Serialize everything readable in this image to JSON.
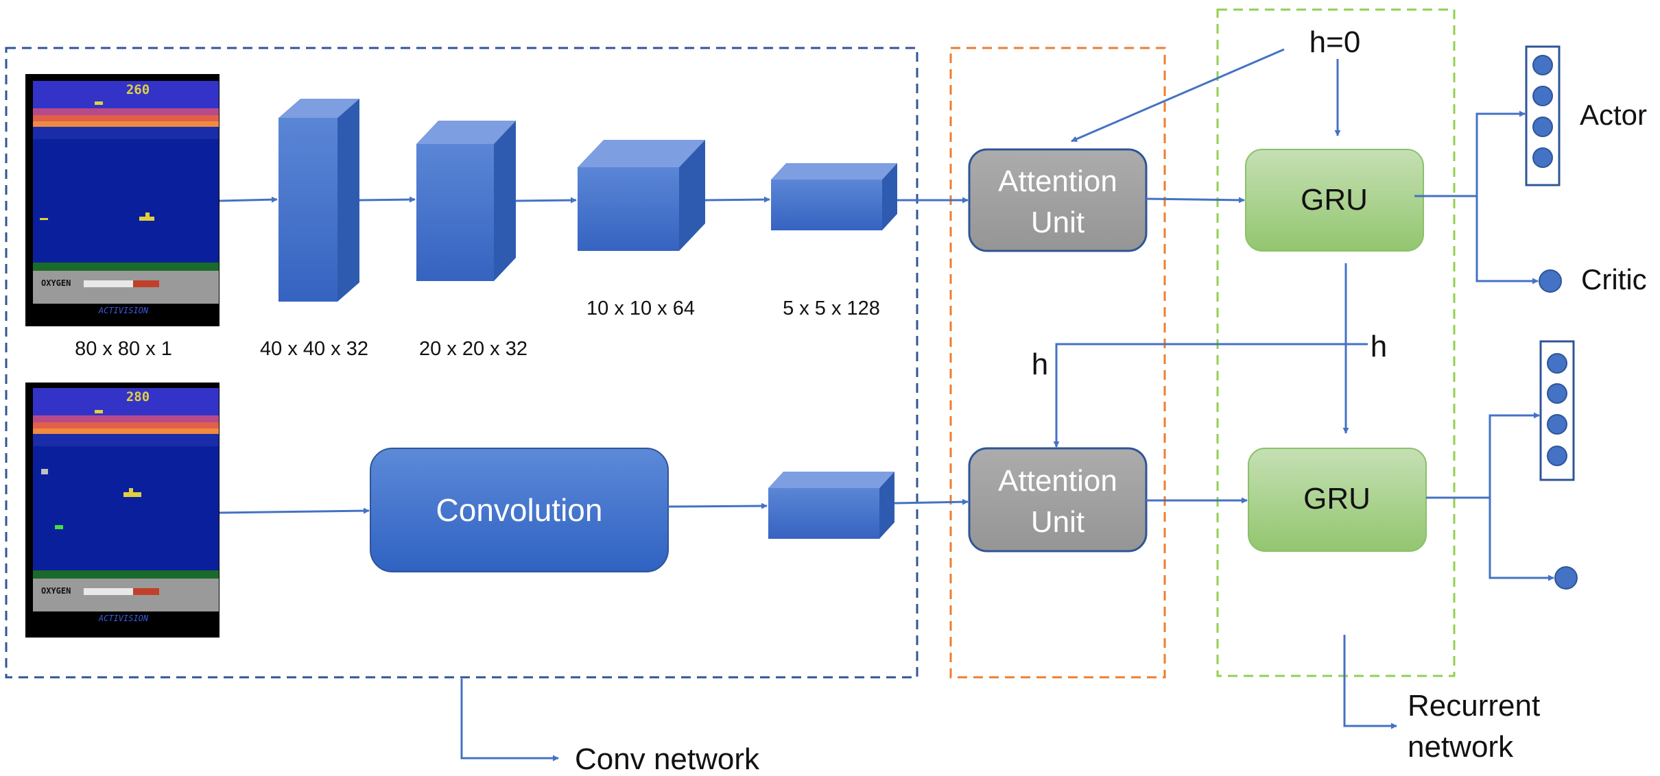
{
  "frames": {
    "top": {
      "score": "260",
      "oxygen_label": "OXYGEN",
      "brand": "ACTIVISION"
    },
    "bottom": {
      "score": "280",
      "oxygen_label": "OXYGEN",
      "brand": "ACTIVISION"
    }
  },
  "dims": {
    "input": "80 x 80 x 1",
    "conv1": "40 x 40 x 32",
    "conv2": "20 x 20 x 32",
    "conv3": "10 x 10 x 64",
    "conv4": "5 x 5 x 128"
  },
  "convolution_label": "Convolution",
  "attention": {
    "line1": "Attention",
    "line2": "Unit"
  },
  "gru_label": "GRU",
  "h_init": "h=0",
  "h_label": "h",
  "outputs": {
    "actor": "Actor",
    "critic": "Critic"
  },
  "groups": {
    "conv_network": "Conv network",
    "recurrent_line1": "Recurrent",
    "recurrent_line2": "network"
  },
  "colors": {
    "arrow": "#4472c4",
    "conv_border": "#2f5597",
    "attention_border": "#ed7d31",
    "recurrent_border": "#92d050",
    "attention_fill": "#a5a5a5",
    "gru_fill": "#a9d18e",
    "node_fill": "#4472c4"
  }
}
